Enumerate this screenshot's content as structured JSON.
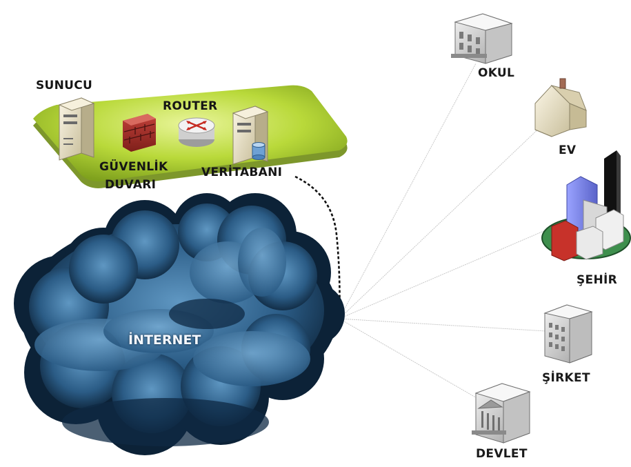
{
  "labels": {
    "sunucu": "SUNUCU",
    "router": "ROUTER",
    "guvenlik_line1": "GÜVENLİK",
    "guvenlik_line2": "DUVARI",
    "veritabani": "VERİTABANI",
    "internet": "İNTERNET",
    "okul": "OKUL",
    "ev": "EV",
    "sehir": "ŞEHİR",
    "sirket": "ŞİRKET",
    "devlet": "DEVLET"
  },
  "colors": {
    "platform": "#a9cf2e",
    "platform_edge": "#7f9c1d",
    "cloud_dark": "#0f2a44",
    "cloud_light": "#4f86b3",
    "connector": "#c8c8c8",
    "dotted_link": "#111111"
  },
  "icons": [
    "server-icon",
    "firewall-icon",
    "router-icon",
    "database-server-icon",
    "school-building-icon",
    "house-icon",
    "city-icon",
    "office-building-icon",
    "government-building-icon"
  ]
}
